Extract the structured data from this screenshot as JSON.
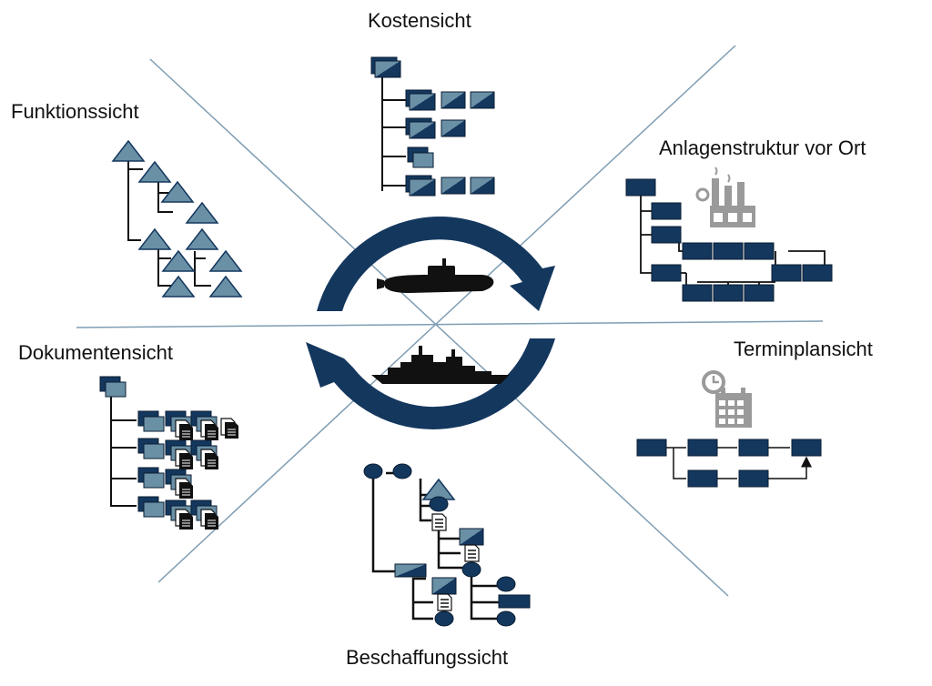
{
  "views": {
    "kosten": "Kostensicht",
    "funktion": "Funktionssicht",
    "anlagen": "Anlagenstruktur vor Ort",
    "dokumente": "Dokumentensicht",
    "termin": "Terminplansicht",
    "beschaffung": "Beschaffungssicht"
  },
  "colors": {
    "navy": "#14375e",
    "steel": "#6a90a6",
    "divider": "#7f9db3",
    "icon_grey": "#9a9a9a"
  },
  "icons": [
    "submarine-icon",
    "frigate-icon",
    "factory-icon",
    "clock-icon",
    "calendar-icon",
    "document-icon"
  ]
}
